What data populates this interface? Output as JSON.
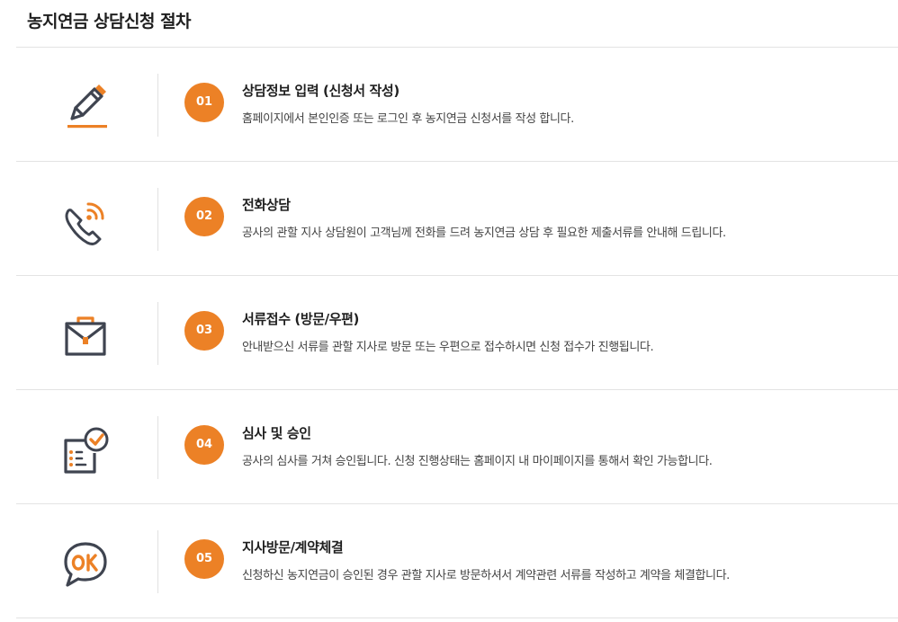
{
  "page": {
    "title": "농지연금 상담신청 절차"
  },
  "colors": {
    "accent": "#ec8126",
    "icon_dark": "#3f4450",
    "divider": "#e3e3e3"
  },
  "steps": [
    {
      "number": "01",
      "title": "상담정보 입력 (신청서 작성)",
      "description": "홈페이지에서 본인인증 또는 로그인 후 농지연금 신청서를 작성 합니다.",
      "icon": "pencil-icon"
    },
    {
      "number": "02",
      "title": "전화상담",
      "description": "공사의 관할 지사 상담원이 고객님께 전화를 드려 농지연금 상담 후 필요한 제출서류를 안내해 드립니다.",
      "icon": "phone-call-icon"
    },
    {
      "number": "03",
      "title": "서류접수 (방문/우편)",
      "description": "안내받으신 서류를 관할 지사로 방문 또는 우편으로 접수하시면 신청 접수가 진행됩니다.",
      "icon": "briefcase-icon"
    },
    {
      "number": "04",
      "title": "심사 및 승인",
      "description": "공사의 심사를 거쳐 승인됩니다. 신청 진행상태는 홈페이지 내 마이페이지를 통해서 확인 가능합니다.",
      "icon": "document-check-icon"
    },
    {
      "number": "05",
      "title": "지사방문/계약체결",
      "description": "신청하신 농지연금이 승인된 경우 관할 지사로 방문하셔서 계약관련 서류를 작성하고 계약을 체결합니다.",
      "icon": "ok-speech-bubble-icon"
    }
  ]
}
